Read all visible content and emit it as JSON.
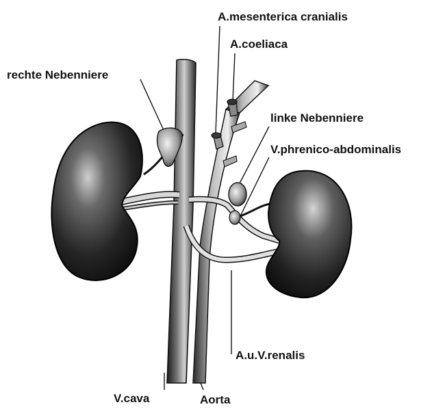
{
  "labels": {
    "mesenterica": "A.mesenterica cranialis",
    "coeliaca": "A.coeliaca",
    "rechte_nebenniere": "rechte Nebenniere",
    "linke_nebenniere": "linke Nebenniere",
    "phrenico": "V.phrenico-abdominalis",
    "renalis": "A.u.V.renalis",
    "vcava": "V.cava",
    "aorta": "Aorta"
  },
  "colors": {
    "ink": "#111111",
    "kidney_dark": "#1c1c1c",
    "kidney_mid": "#4a4a4a",
    "kidney_light": "#bdbdbd",
    "vessel_light": "#e9e9e9"
  }
}
